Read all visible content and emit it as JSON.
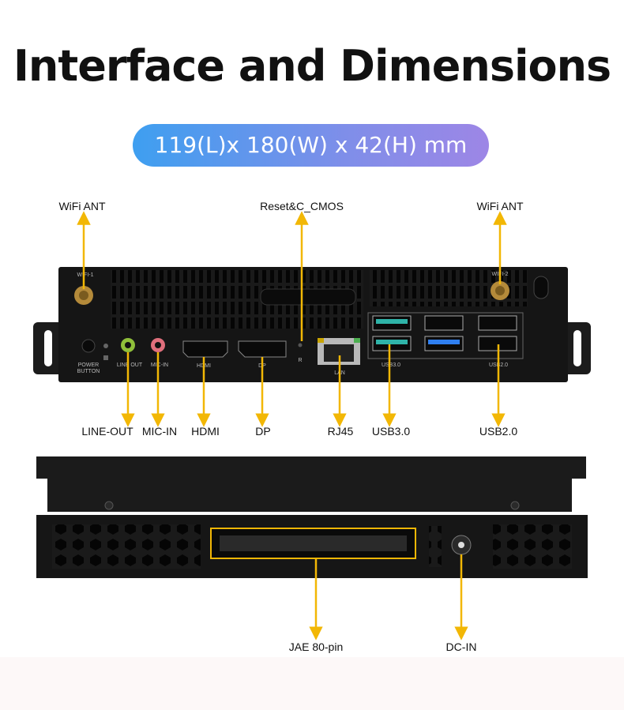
{
  "title": "Interface and Dimensions",
  "dimensions": "119(L)x 180(W) x 42(H) mm",
  "callouts": {
    "wifi_ant_left": "WiFi ANT",
    "reset": "Reset&C_CMOS",
    "wifi_ant_right": "WiFi ANT",
    "line_out": "LINE-OUT",
    "mic_in": "MIC-IN",
    "hdmi": "HDMI",
    "dp": "DP",
    "rj45": "RJ45",
    "usb30": "USB3.0",
    "usb20": "USB2.0",
    "jae": "JAE 80-pin",
    "dcin": "DC-IN"
  },
  "panel_print": {
    "wifi1": "WIFI-1",
    "wifi2": "WIFI-2",
    "power": "POWER",
    "button": "BUTTON",
    "line_out": "LINE OUT",
    "mic_in": "MIC-IN",
    "hdmi": "HDMI",
    "dp": "DP",
    "r": "R",
    "lan": "LAN",
    "usb30": "USB3.0",
    "usb20": "USB2.0"
  },
  "colors": {
    "arrow": "#f2b705",
    "device": "#141414",
    "usb3_blue": "#2f7ff0",
    "usb3_teal": "#2fb3a8"
  }
}
